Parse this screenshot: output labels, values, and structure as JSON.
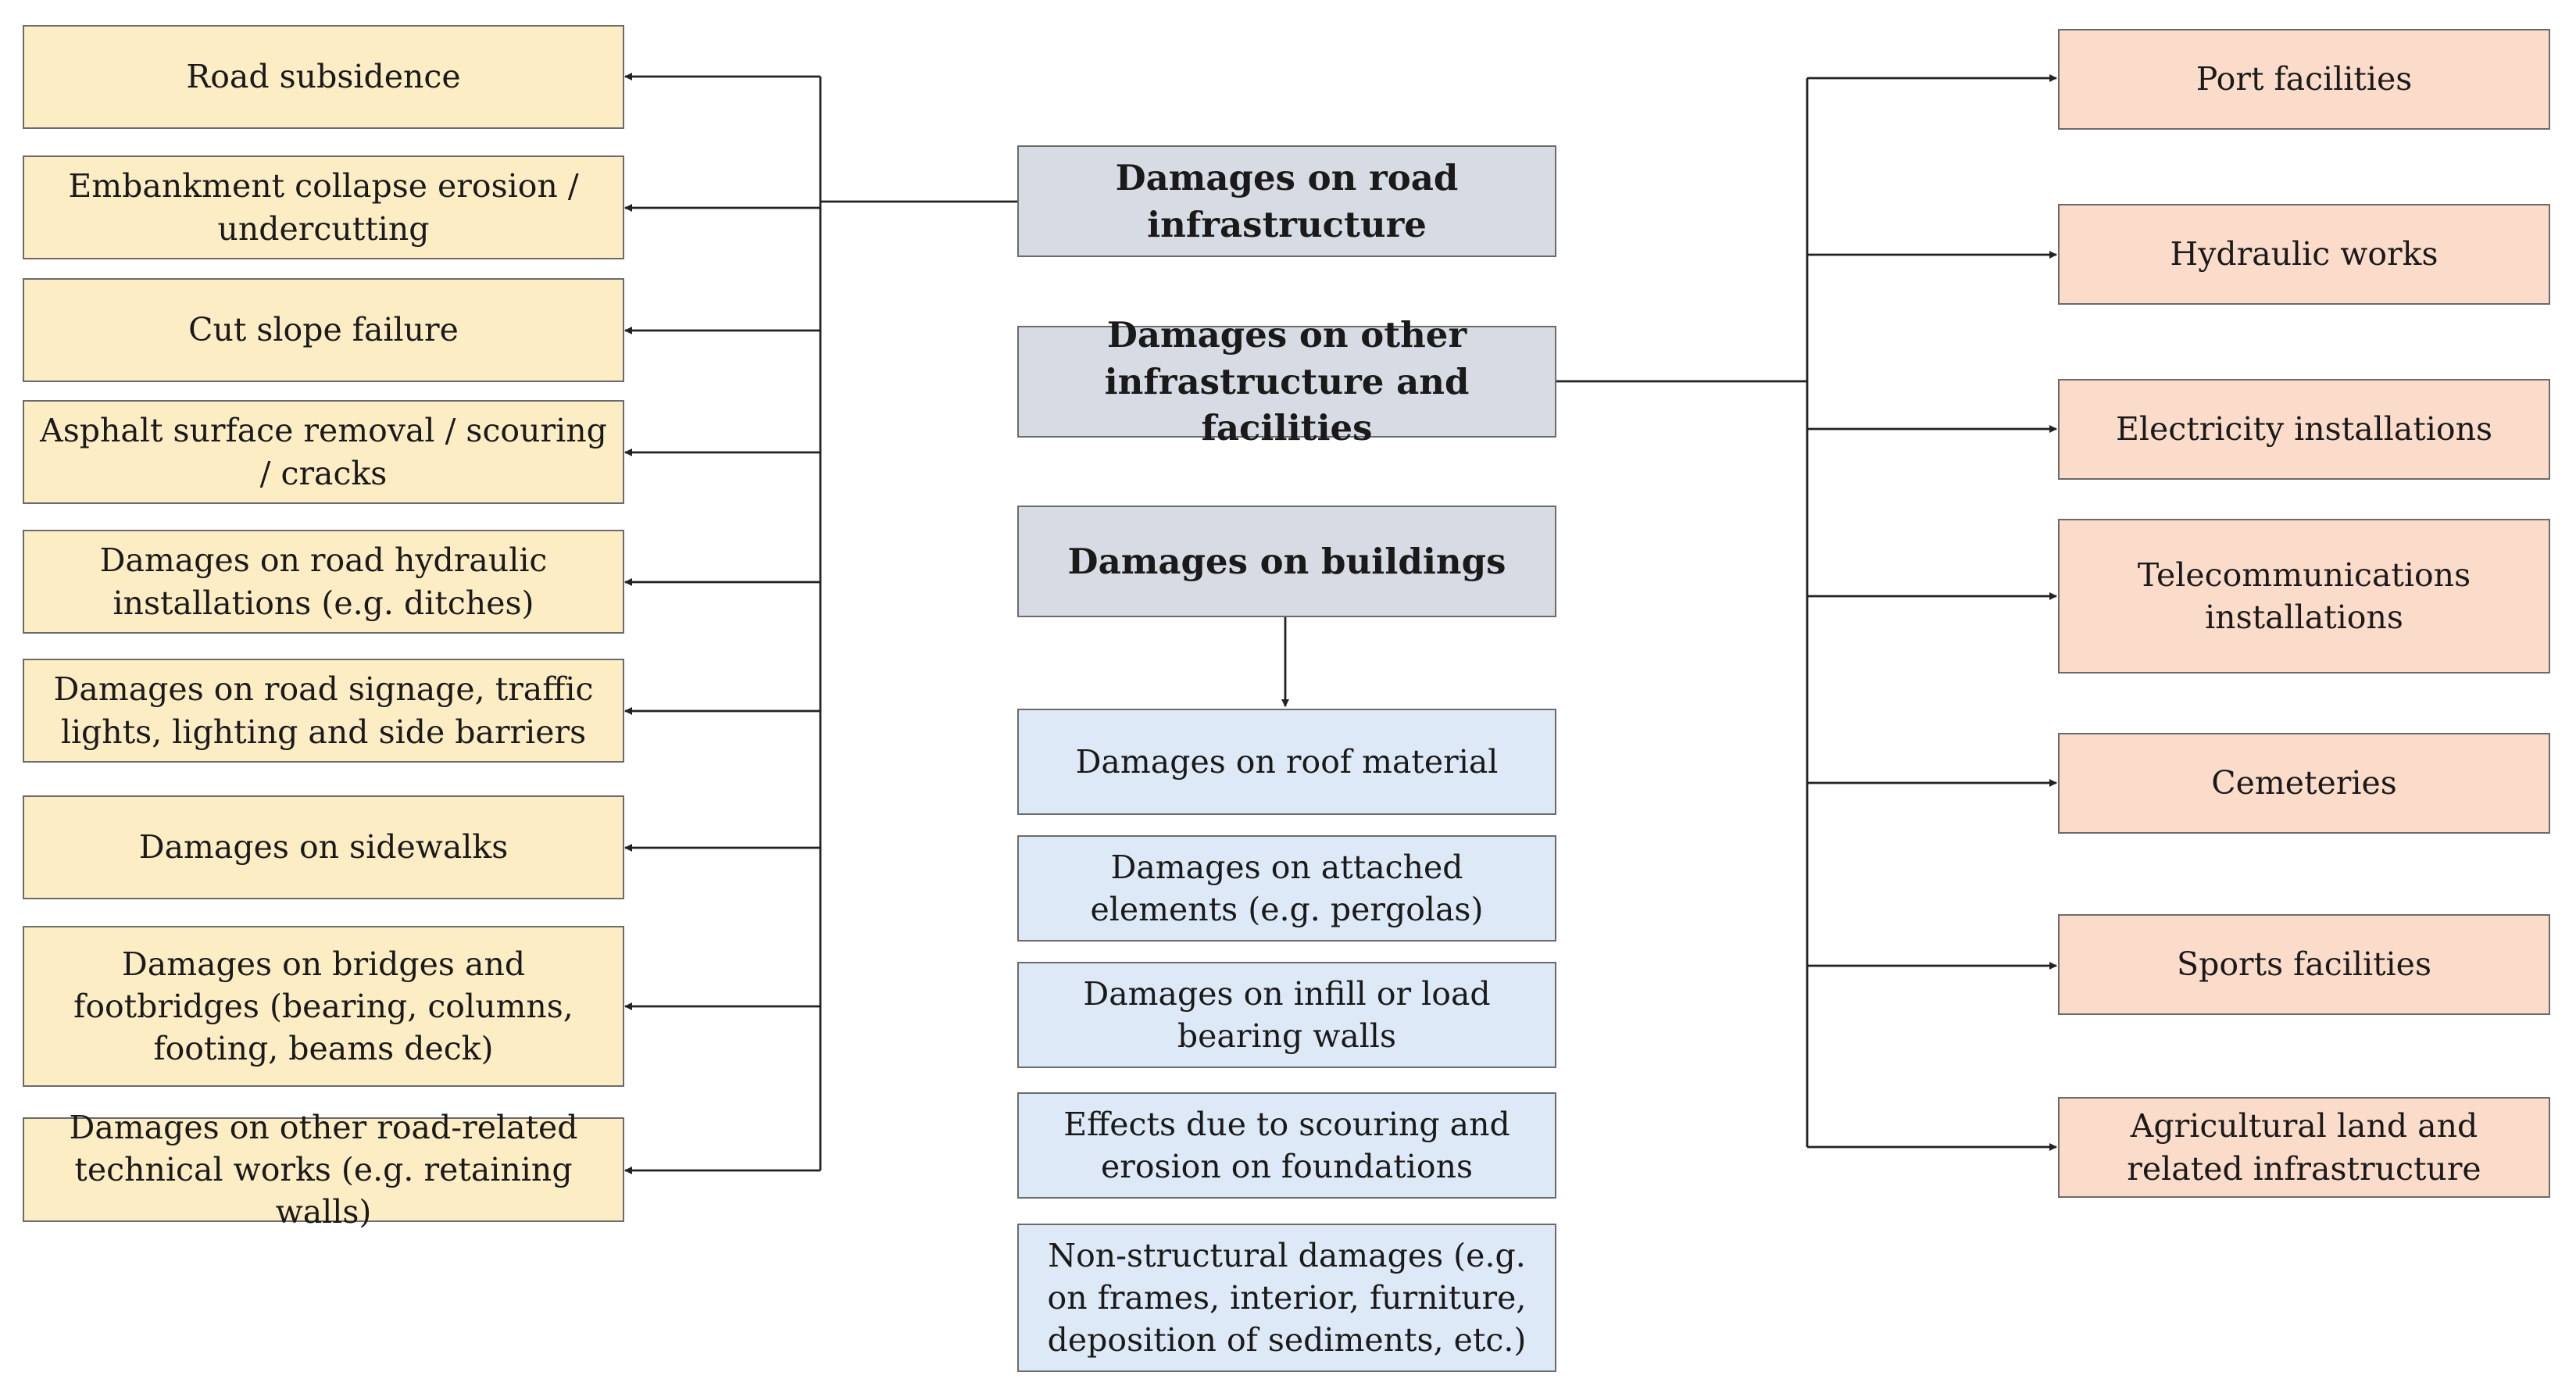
{
  "central": {
    "road": "Damages on road infrastructure",
    "other": "Damages on other infrastructure and facilities",
    "buildings": "Damages on buildings"
  },
  "road_items": [
    "Road subsidence",
    "Embankment collapse erosion / undercutting",
    "Cut slope failure",
    "Asphalt surface removal / scouring / cracks",
    "Damages on road hydraulic installations (e.g. ditches)",
    "Damages on road signage, traffic lights, lighting and side barriers",
    "Damages on sidewalks",
    "Damages on bridges and footbridges (bearing, columns, footing, beams deck)",
    "Damages on other road-related technical works (e.g. retaining walls)"
  ],
  "building_items": [
    "Damages on roof material",
    "Damages on attached elements (e.g. pergolas)",
    "Damages on infill or load bearing walls",
    "Effects due to scouring and erosion on foundations",
    "Non-structural damages (e.g. on frames, interior, furniture, deposition of sediments, etc.)"
  ],
  "facility_items": [
    "Port facilities",
    "Hydraulic works",
    "Electricity installations",
    "Telecommunications installations",
    "Cemeteries",
    "Sports facilities",
    "Agricultural land and related infrastructure"
  ],
  "colors": {
    "road_fill": "#fdedc5",
    "central_fill": "#d7dbe3",
    "building_fill": "#dde9f6",
    "facility_fill": "#fbdcca",
    "border": "#6b6b6b",
    "connector": "#222222"
  }
}
